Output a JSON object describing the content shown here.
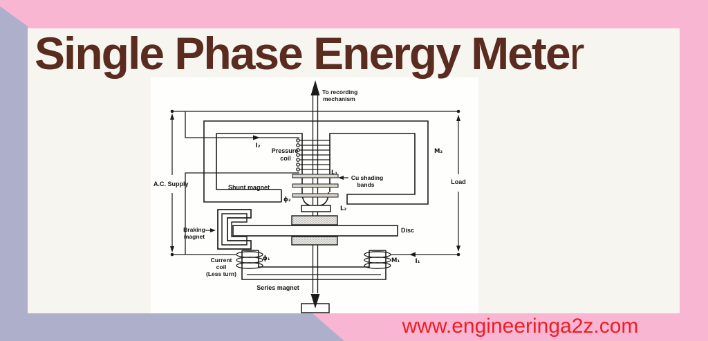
{
  "title": {
    "main": "Single Phase Energy Mete",
    "tail": "r"
  },
  "watermark": {
    "url": "www.engineeringa2z.com"
  },
  "colors": {
    "background_pink": "#f9b6d2",
    "corner_lavender": "#aeb0cb",
    "title_brown": "#5a2c1f",
    "url_red": "#ee1c24",
    "diagram_ink": "#1b1b1b"
  },
  "diagram": {
    "labels": {
      "to_recording_1": "To recording",
      "to_recording_2": "mechanism",
      "i2": "I₂",
      "pressure_1": "Pressure",
      "pressure_2": "coil",
      "ac_supply": "A.C. Supply",
      "shunt_magnet": "Shunt magnet",
      "phi2": "ϕ₂",
      "l1": "L₁",
      "l2": "L₂",
      "cu_1": "Cu shading",
      "cu_2": "bands",
      "m2": "M₂",
      "load": "Load",
      "disc": "Disc",
      "braking_1": "Braking",
      "braking_2": "magnet",
      "current_1": "Current",
      "current_2": "coil",
      "current_3": "(Less turn)",
      "phi1": "ϕ₁",
      "m1": "M₁",
      "i1": "I₁",
      "series_magnet": "Series magnet"
    }
  }
}
